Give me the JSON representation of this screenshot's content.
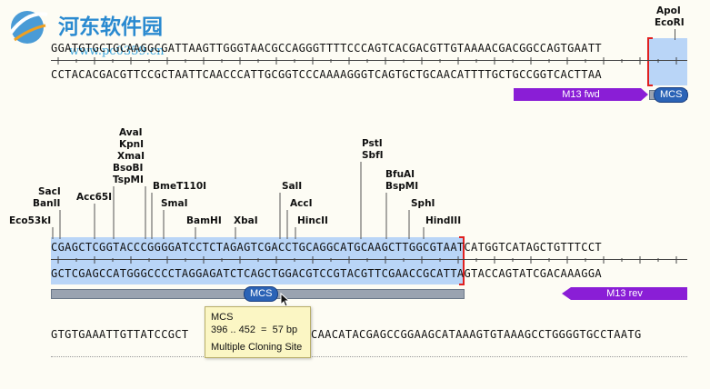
{
  "watermark": {
    "title": "河东软件园",
    "url": "www.pc0359.cn"
  },
  "row1": {
    "top": "GGATGTGCTGCAAGGCGATTAAGTTGGGTAACGCCAGGGTTTTCCCAGTCACGACGTTGTAAAACGACGGCCAGTGAATT",
    "bottom": "CCTACACGACGTTCCGCTAATTCAACCCATTGCGGTCCCAAAAGGGTCAGTGCTGCAACATTTTGCTGCCGGTCACTTAA",
    "enzymes": [
      "ApoI",
      "EcoRI"
    ],
    "features": {
      "m13fwd": "M13 fwd",
      "mcs": "MCS"
    }
  },
  "row2": {
    "top": "CGAGCTCGGTACCCGGGGATCCTCTAGAGTCGACCTGCAGGCATGCAAGCTTGGCGTAATCATGGTCATAGCTGTTTCCT",
    "bottom": "GCTCGAGCCATGGGCCCCTAGGAGATCTCAGCTGGACGTCCGTACGTTCGAACCGCATTAGTACCAGTATCGACAAAGGA",
    "enzymes": {
      "eco53ki": "Eco53kI",
      "sacban": [
        "SacI",
        "BanII"
      ],
      "acc65i": "Acc65I",
      "avastack": [
        "AvaI",
        "KpnI",
        "XmaI",
        "BsoBI",
        "TspMI"
      ],
      "bmet": "BmeT110I",
      "smai": "SmaI",
      "bamhi": "BamHI",
      "xbai": "XbaI",
      "sali": "SalI",
      "acci": "AccI",
      "hincii": "HincII",
      "pstsbf": [
        "PstI",
        "SbfI"
      ],
      "bfubsp": [
        "BfuAI",
        "BspMI"
      ],
      "sphi": "SphI",
      "hindiii": "HindIII"
    },
    "features": {
      "mcs": "MCS",
      "m13rev": "M13 rev"
    }
  },
  "tooltip": {
    "name": "MCS",
    "range": "396 .. 452  =  57 bp",
    "desc": "Multiple Cloning Site"
  },
  "row3": {
    "top_left": "GTGTGAAATTGTTATCCGCT",
    "top_right": "CAACATACGAGCCGGAAGCATAAAGTGTAAAGCCTGGGGTGCCTAATG"
  },
  "colors": {
    "selection": "#b9d5f7",
    "feature_purple": "#8a1ed6",
    "mcs_blue": "#2b63b6",
    "bracket_red": "#e02020"
  }
}
